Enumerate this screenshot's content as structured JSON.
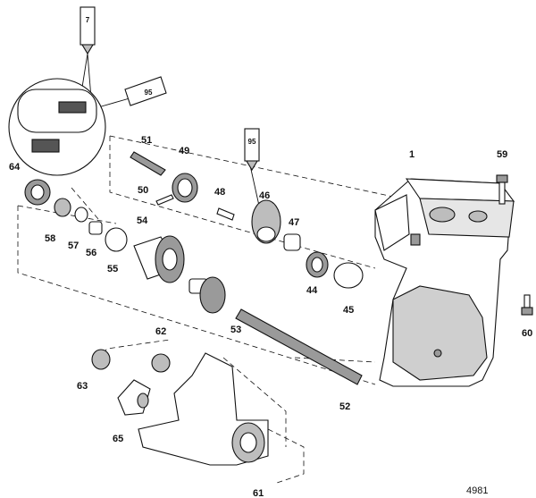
{
  "figure_number": "4981",
  "callouts": {
    "c1": "1",
    "c44": "44",
    "c45": "45",
    "c46": "46",
    "c47": "47",
    "c48": "48",
    "c49": "49",
    "c50": "50",
    "c51": "51",
    "c52": "52",
    "c53": "53",
    "c54": "54",
    "c55": "55",
    "c56": "56",
    "c57": "57",
    "c58": "58",
    "c59": "59",
    "c60": "60",
    "c61": "61",
    "c62": "62",
    "c63": "63",
    "c64": "64",
    "c65": "65"
  },
  "tubes": {
    "t7": "7",
    "t95a": "95",
    "t95b": "95"
  },
  "colors": {
    "line": "#111111",
    "shade": "#9a9a9a",
    "light": "#d8d8d8",
    "background": "#ffffff"
  }
}
